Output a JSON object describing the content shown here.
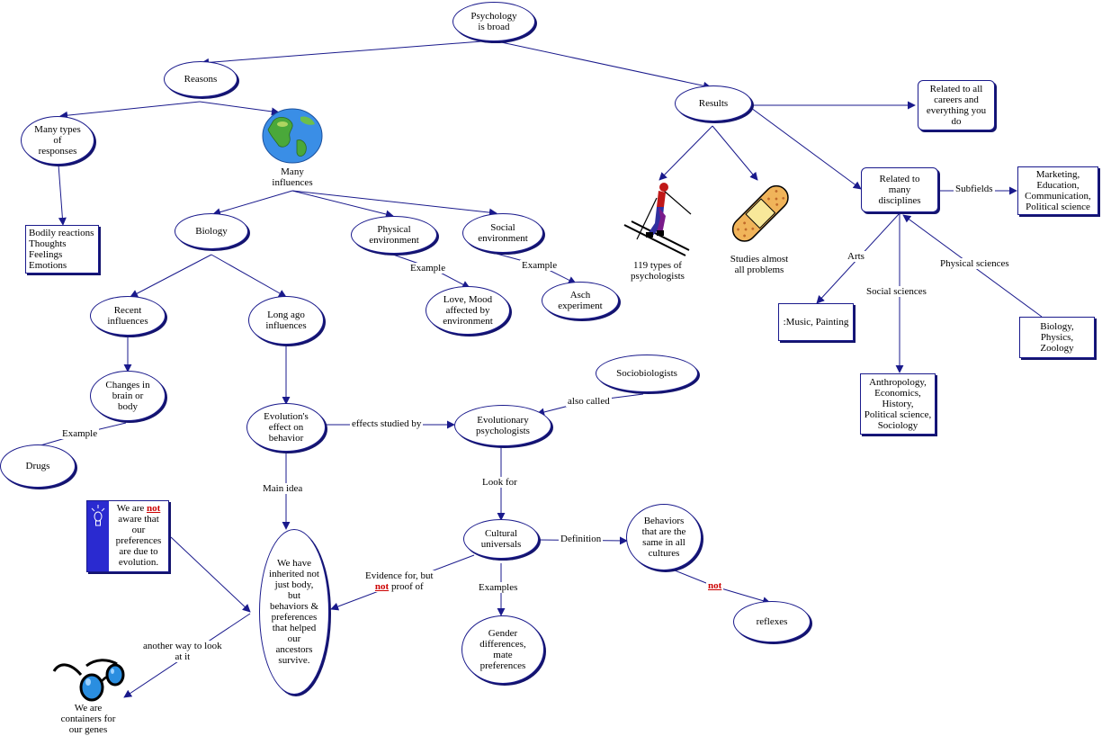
{
  "nodes": {
    "psychology": "Psychology\nis broad",
    "reasons": "Reasons",
    "results": "Results",
    "many_types": "Many types\nof\nresponses",
    "many_influences": "Many\ninfluences",
    "bodily": "Bodily reactions\nThoughts\nFeelings\nEmotions",
    "biology": "Biology",
    "physical_env": "Physical\nenvironment",
    "social_env": "Social\nenvironment",
    "love_mood": "Love, Mood\naffected by\nenvironment",
    "asch": "Asch\nexperiment",
    "recent": "Recent\ninfluences",
    "long_ago": "Long ago\ninfluences",
    "changes": "Changes in\nbrain or\nbody",
    "drugs": "Drugs",
    "evolution_effect": "Evolution's\neffect on\nbehavior",
    "sociobiologists": "Sociobiologists",
    "evo_psych": "Evolutionary\npsychologists",
    "cultural": "Cultural\nuniversals",
    "behaviors_same": "Behaviors\nthat are the\nsame in all\ncultures",
    "reflexes": "reflexes",
    "gender": "Gender\ndifferences,\nmate\npreferences",
    "inherited": "We have\ninherited not\njust body,\nbut\nbehaviors  &\npreferences\nthat helped\nour\nancestors\nsurvive.",
    "containers": "We are\ncontainers for\nour genes",
    "related_careers": "Related to all\ncareers and\neverything you\ndo",
    "related_disc": "Related to\nmany\ndisciplines",
    "marketing": "Marketing,\nEducation,\nCommunication,\nPolitical science",
    "music": ":Music, Painting",
    "anthro": "Anthropology,\nEconomics,\nHistory,\nPolitical science,\nSociology",
    "bio_phys": "Biology,\nPhysics,\nZoology",
    "types119": "119 types of\npsychologists",
    "studies": "Studies almost\nall problems",
    "note_pre": "We are ",
    "note_not": "not",
    "note_post": "\naware that\nour\npreferences\nare due to\nevolution."
  },
  "labels": {
    "example1": "Example",
    "example2": "Example",
    "example3": "Example",
    "effects_studied": "effects studied by",
    "also_called": "also called",
    "main_idea": "Main idea",
    "look_for": "Look for",
    "definition": "Definition",
    "not": "not",
    "examples": "Examples",
    "evidence_pre": "Evidence for, but",
    "evidence_not": "not",
    "evidence_post": "proof of",
    "another_way": "another way to look\nat it",
    "subfields": "Subfields",
    "arts": "Arts",
    "social_sciences": "Social sciences",
    "physical_sciences": "Physical sciences"
  },
  "colors": {
    "line": "#1a1a8c",
    "accent_red": "#cc0000",
    "note_blue": "#2a2ad0"
  },
  "icons": [
    "globe-icon",
    "skier-icon",
    "bandage-icon",
    "eyeglasses-icon",
    "lightbulb-icon"
  ]
}
